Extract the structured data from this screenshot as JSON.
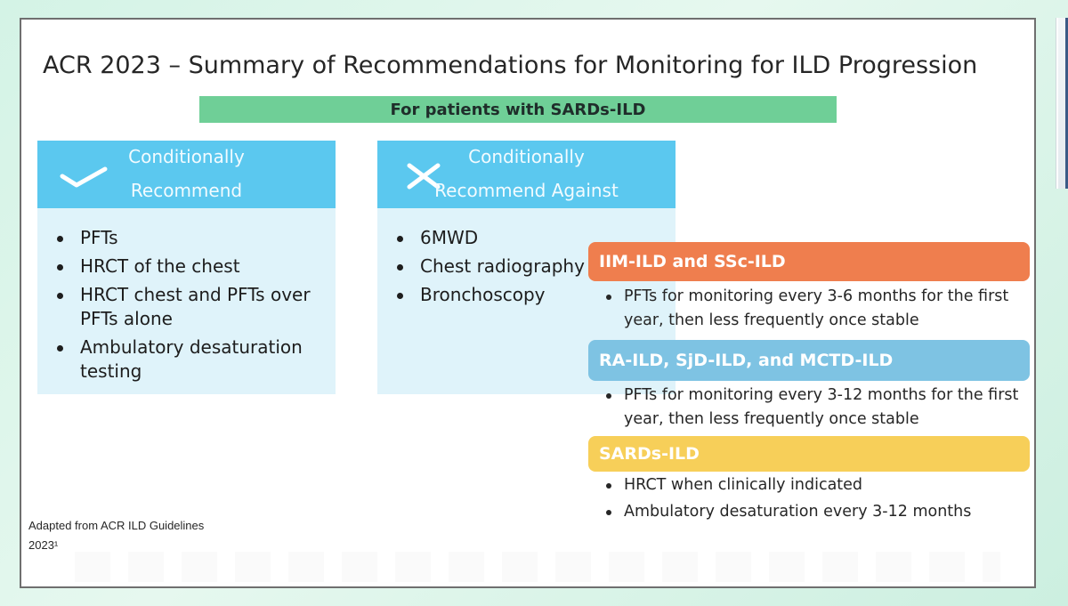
{
  "title": "ACR 2023 – Summary of Recommendations for Monitoring for ILD Progression",
  "banner": "For patients with SARDs-ILD",
  "recommend": {
    "heading_line1": "Conditionally",
    "heading_line2": "Recommend",
    "icon": "checkmark-icon",
    "items": [
      "PFTs",
      "HRCT of the chest",
      "HRCT chest and PFTs over PFTs alone",
      "Ambulatory desaturation testing"
    ]
  },
  "recommend_against": {
    "heading_line1": "Conditionally",
    "heading_line2": "Recommend Against",
    "icon": "x-icon",
    "items": [
      "6MWD",
      "Chest radiography",
      "Bronchoscopy"
    ]
  },
  "groups": [
    {
      "label": "IIM-ILD and SSc-ILD",
      "color": "#ef7e4e",
      "items": [
        "PFTs for monitoring every 3-6 months for the first year, then less frequently once stable"
      ]
    },
    {
      "label": "RA-ILD, SjD-ILD, and MCTD-ILD",
      "color": "#7ec3e3",
      "items": [
        "PFTs for monitoring every 3-12 months for the first year, then less frequently once stable"
      ]
    },
    {
      "label": "SARDs-ILD",
      "color": "#f7cf59",
      "items": [
        "HRCT when clinically indicated",
        "Ambulatory desaturation every 3-12 months"
      ]
    }
  ],
  "footnote": {
    "line1": "Adapted from ACR ILD Guidelines",
    "line2": "2023¹"
  },
  "colors": {
    "banner": "#6fcf97",
    "column_header": "#5bc8ef",
    "column_body": "#dff3fa"
  }
}
